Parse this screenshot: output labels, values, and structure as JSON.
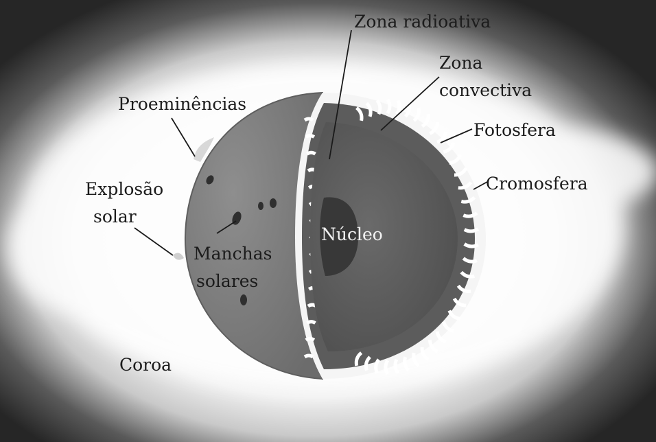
{
  "diagram": {
    "labels": {
      "zona_radioativa": "Zona radioativa",
      "zona_convectiva_1": "Zona",
      "zona_convectiva_2": "convectiva",
      "fotosfera": "Fotosfera",
      "cromosfera": "Cromosfera",
      "proeminencias": "Proeminências",
      "explosao_solar_1": "Explosão",
      "explosao_solar_2": "solar",
      "manchas_solares_1": "Manchas",
      "manchas_solares_2": "solares",
      "nucleo": "Núcleo",
      "coroa": "Coroa"
    },
    "colors": {
      "background": "#2b2b2b",
      "corona_glow": "#f4f4f4",
      "sun_surface": "#7d7d7d",
      "cut_interior": "#5a5a5a",
      "convective_ring": "#ffffff",
      "core": "#3a3a3a",
      "sunspot": "#2f2f2f"
    }
  }
}
